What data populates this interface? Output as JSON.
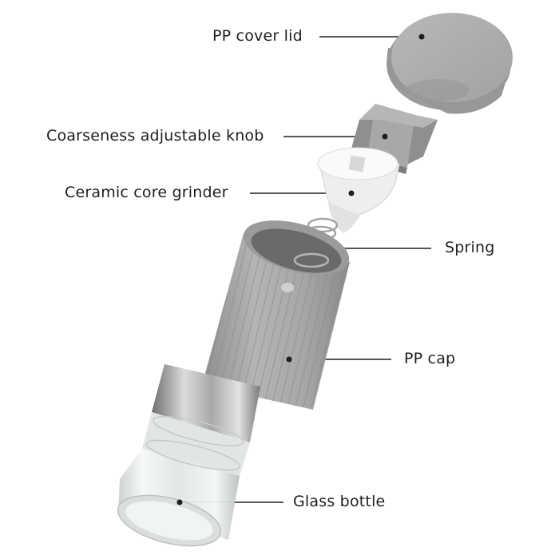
{
  "labels": {
    "cover_lid": "PP cover lid",
    "knob": "Coarseness adjustable knob",
    "ceramic_core": "Ceramic core grinder",
    "spring": "Spring",
    "pp_cap": "PP cap",
    "glass_bottle": "Glass bottle"
  },
  "colors": {
    "plastic_grey": "#a9a9a9",
    "ceramic_white": "#f4f4f4",
    "steel": "#bdbdbd",
    "glass": "#e6ecec",
    "text": "#1e1e1e",
    "leader_line": "#1e1e1e"
  }
}
